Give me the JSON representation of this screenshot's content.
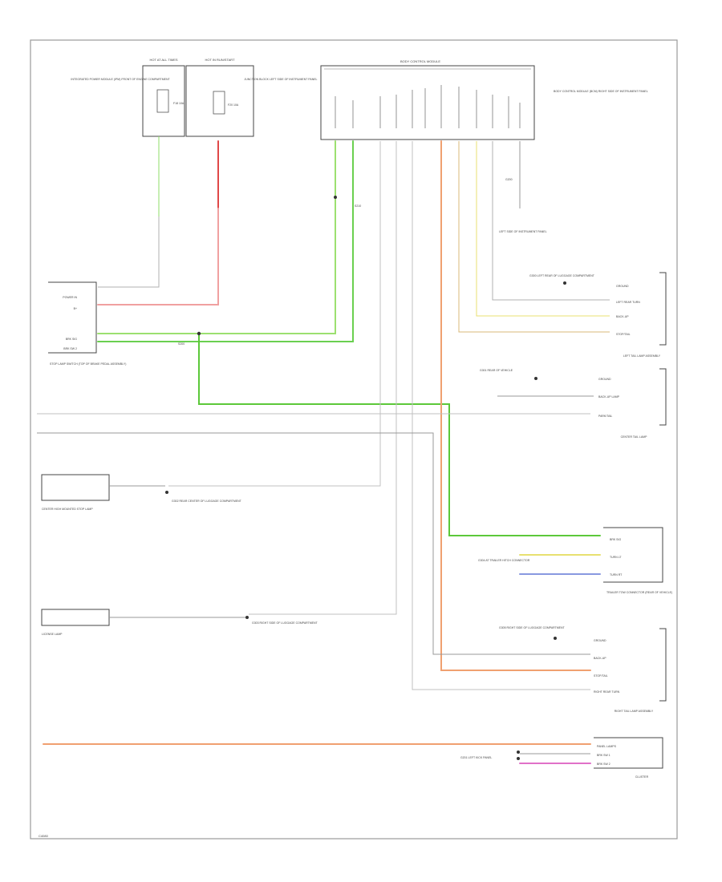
{
  "colors": {
    "green": "#5cc83a",
    "light_green": "#8fdc6a",
    "red": "#e04848",
    "pink": "#f07898",
    "orange": "#f0a070",
    "yellow": "#e8e070",
    "tan": "#d8b878",
    "blue": "#8898e0",
    "gray": "#b0b0b0",
    "dark": "#444444"
  },
  "labels": {
    "fuse_left_title": "HOT AT ALL TIMES",
    "fuse_left_text": "INTEGRATED POWER MODULE (IPM) FRONT OF ENGINE COMPARTMENT",
    "fuse_left_fuse": "F18 10A",
    "fuse_mid_title": "HOT IN RUN/START",
    "fuse_mid_text": "JUNCTION BLOCK LEFT SIDE OF INSTRUMENT PANEL",
    "fuse_mid_fuse": "F20 10A",
    "bcm_title": "BODY CONTROL MODULE",
    "bcm_right_text": "BODY CONTROL MODULE (BCM) RIGHT SIDE OF INSTRUMENT PANEL",
    "bcm_ground": "G200",
    "bcm_ground_text": "LEFT SIDE OF INSTRUMENT PANEL",
    "splice_1": "S200",
    "splice_2": "S210",
    "stop_switch": "STOP LAMP SWITCH (TOP OF BRAKE PEDAL ASSEMBLY)",
    "stop_switch_pins": [
      "POWER IN",
      "B+",
      "BRK SIG",
      "BRK SW 2"
    ],
    "left_tail": "LEFT TAIL LAMP ASSEMBLY",
    "left_tail_ground": "G300 LEFT REAR OF LUGGAGE COMPARTMENT",
    "left_tail_pins": [
      "GROUND",
      "LEFT REAR TURN",
      "BACK-UP",
      "STOP/TAIL"
    ],
    "center_tail": "CENTER TAIL LAMP",
    "center_tail_ground": "G301 REAR OF VEHICLE",
    "center_tail_pins": [
      "GROUND",
      "BACK-UP LAMP",
      "PARK/TAIL"
    ],
    "hmsl": "CENTER HIGH MOUNTED STOP LAMP",
    "hmsl_ground": "G302 REAR CENTER OF LUGGAGE COMPARTMENT",
    "license": "LICENSE LAMP",
    "license_ground": "G303 RIGHT SIDE OF LUGGAGE COMPARTMENT",
    "trailer": "TRAILER TOW CONNECTOR (REAR OF VEHICLE)",
    "trailer_pins": [
      "BRK SIG",
      "TURN LT",
      "TURN RT"
    ],
    "trailer_ground": "G304 AT TRAILER HITCH CONNECTOR",
    "right_tail": "RIGHT TAIL LAMP ASSEMBLY",
    "right_tail_ground": "G305 RIGHT SIDE OF LUGGAGE COMPARTMENT",
    "right_tail_pins": [
      "GROUND",
      "BACK-UP",
      "STOP/TAIL",
      "RIGHT REAR TURN"
    ],
    "cluster": "CLUSTER",
    "cluster_pins": [
      "PANEL LAMPS",
      "BRK SW 1",
      "BRK SW 2"
    ],
    "cluster_ground": "G201 LEFT KICK PANEL",
    "footer": "C4080"
  }
}
